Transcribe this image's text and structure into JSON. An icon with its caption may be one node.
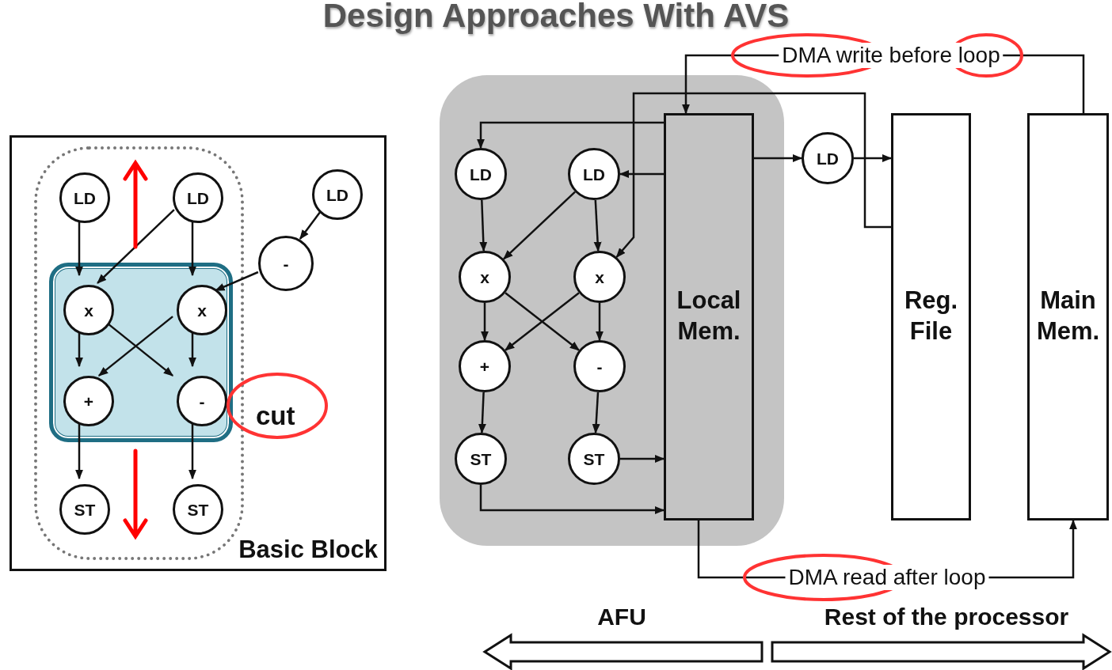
{
  "diagram": {
    "title": "Design Approaches With AVS",
    "nodes": [
      {
        "text": [
          "Basic Block"
        ]
      },
      {
        "text": [],
        "shape": "box",
        "in": 0
      },
      {
        "text": [
          "cut"
        ],
        "in": 1
      },
      {
        "text": [
          "LD"
        ],
        "in": 1
      },
      {
        "text": [
          "LD"
        ],
        "in": 1
      },
      {
        "text": [
          "LD"
        ],
        "in": 0
      },
      {
        "text": [
          "-"
        ],
        "in": 0
      },
      {
        "text": [
          "x"
        ],
        "in": 2
      },
      {
        "text": [
          "x"
        ],
        "in": 2
      },
      {
        "text": [
          "+"
        ],
        "in": 2
      },
      {
        "text": [
          "-"
        ],
        "in": 2
      },
      {
        "text": [
          "ST"
        ],
        "in": 1
      },
      {
        "text": [
          "ST"
        ],
        "in": 1
      },
      {
        "text": [],
        "shape": "box"
      },
      {
        "text": [
          "LD"
        ],
        "in": 13
      },
      {
        "text": [
          "LD"
        ],
        "in": 13
      },
      {
        "text": [
          "x"
        ],
        "in": 13
      },
      {
        "text": [
          "x"
        ],
        "in": 13
      },
      {
        "text": [
          "+"
        ],
        "in": 13
      },
      {
        "text": [
          "-"
        ],
        "in": 13
      },
      {
        "text": [
          "ST"
        ],
        "in": 13
      },
      {
        "text": [
          "ST"
        ],
        "in": 13
      },
      {
        "text": [
          "Local Mem."
        ],
        "in": 13
      },
      {
        "text": [
          "LD"
        ]
      },
      {
        "text": [
          "Reg. File"
        ]
      },
      {
        "text": [
          "Main Mem."
        ]
      }
    ],
    "edges": [
      {
        "from": 3,
        "to": 7,
        "arrow": "to"
      },
      {
        "from": 4,
        "to": 7,
        "arrow": "to"
      },
      {
        "from": 4,
        "to": 8,
        "arrow": "to"
      },
      {
        "from": 5,
        "to": 6,
        "arrow": "to"
      },
      {
        "from": 6,
        "to": 8,
        "arrow": "to"
      },
      {
        "from": 7,
        "to": 9,
        "arrow": "to"
      },
      {
        "from": 7,
        "to": 10,
        "arrow": "to"
      },
      {
        "from": 8,
        "to": 9,
        "arrow": "to"
      },
      {
        "from": 8,
        "to": 10,
        "arrow": "to"
      },
      {
        "from": 9,
        "to": 11,
        "arrow": "to"
      },
      {
        "from": 10,
        "to": 12,
        "arrow": "to"
      },
      {
        "from": 22,
        "to": 14,
        "arrow": "to"
      },
      {
        "from": 22,
        "to": 15,
        "arrow": "to"
      },
      {
        "from": 14,
        "to": 16,
        "arrow": "to"
      },
      {
        "from": 15,
        "to": 16,
        "arrow": "to"
      },
      {
        "from": 15,
        "to": 17,
        "arrow": "to"
      },
      {
        "from": 24,
        "to": 17,
        "arrow": "to"
      },
      {
        "from": 16,
        "to": 18,
        "arrow": "to"
      },
      {
        "from": 16,
        "to": 19,
        "arrow": "to"
      },
      {
        "from": 17,
        "to": 18,
        "arrow": "to"
      },
      {
        "from": 17,
        "to": 19,
        "arrow": "to"
      },
      {
        "from": 18,
        "to": 20,
        "arrow": "to"
      },
      {
        "from": 19,
        "to": 21,
        "arrow": "to"
      },
      {
        "from": 21,
        "to": 22,
        "arrow": "to"
      },
      {
        "from": 20,
        "to": 22,
        "arrow": "to"
      },
      {
        "from": 22,
        "to": 23,
        "arrow": "to"
      },
      {
        "from": 23,
        "to": 24,
        "arrow": "to"
      },
      {
        "from": 25,
        "to": 22,
        "arrow": "to",
        "label": "DMA write before loop"
      },
      {
        "from": 22,
        "to": 25,
        "arrow": "to",
        "label": "DMA read after loop"
      }
    ],
    "labels": [
      "AFU",
      "Rest of the processor"
    ]
  }
}
